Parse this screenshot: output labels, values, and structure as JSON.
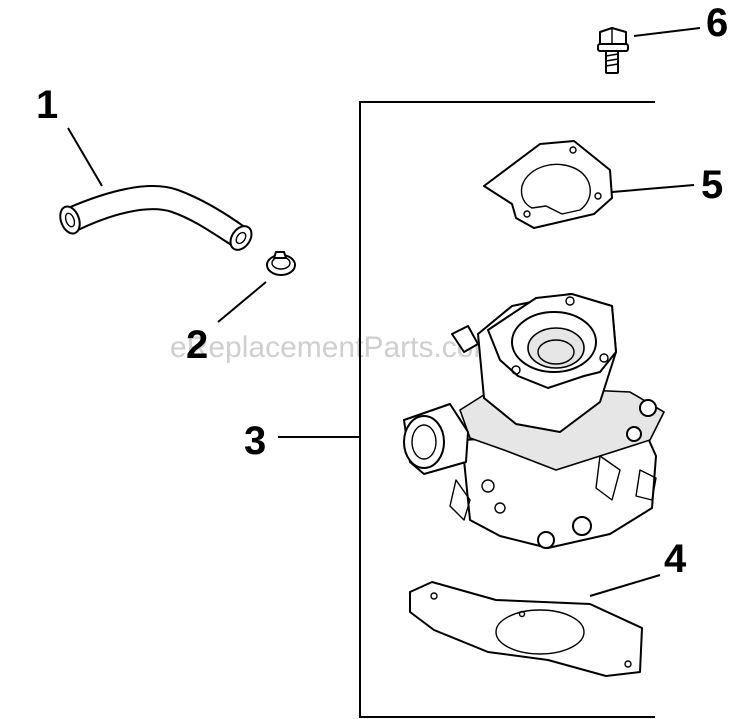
{
  "diagram": {
    "watermark": "eReplacementParts.com",
    "callouts": [
      {
        "id": "1",
        "label": "1",
        "part": "hose"
      },
      {
        "id": "2",
        "label": "2",
        "part": "hose-clamp"
      },
      {
        "id": "3",
        "label": "3",
        "part": "carburetor-assembly"
      },
      {
        "id": "4",
        "label": "4",
        "part": "base-gasket"
      },
      {
        "id": "5",
        "label": "5",
        "part": "top-gasket"
      },
      {
        "id": "6",
        "label": "6",
        "part": "bolt"
      }
    ],
    "colors": {
      "ink": "#000000",
      "watermark": "#cfcfcf",
      "background": "#ffffff"
    }
  }
}
